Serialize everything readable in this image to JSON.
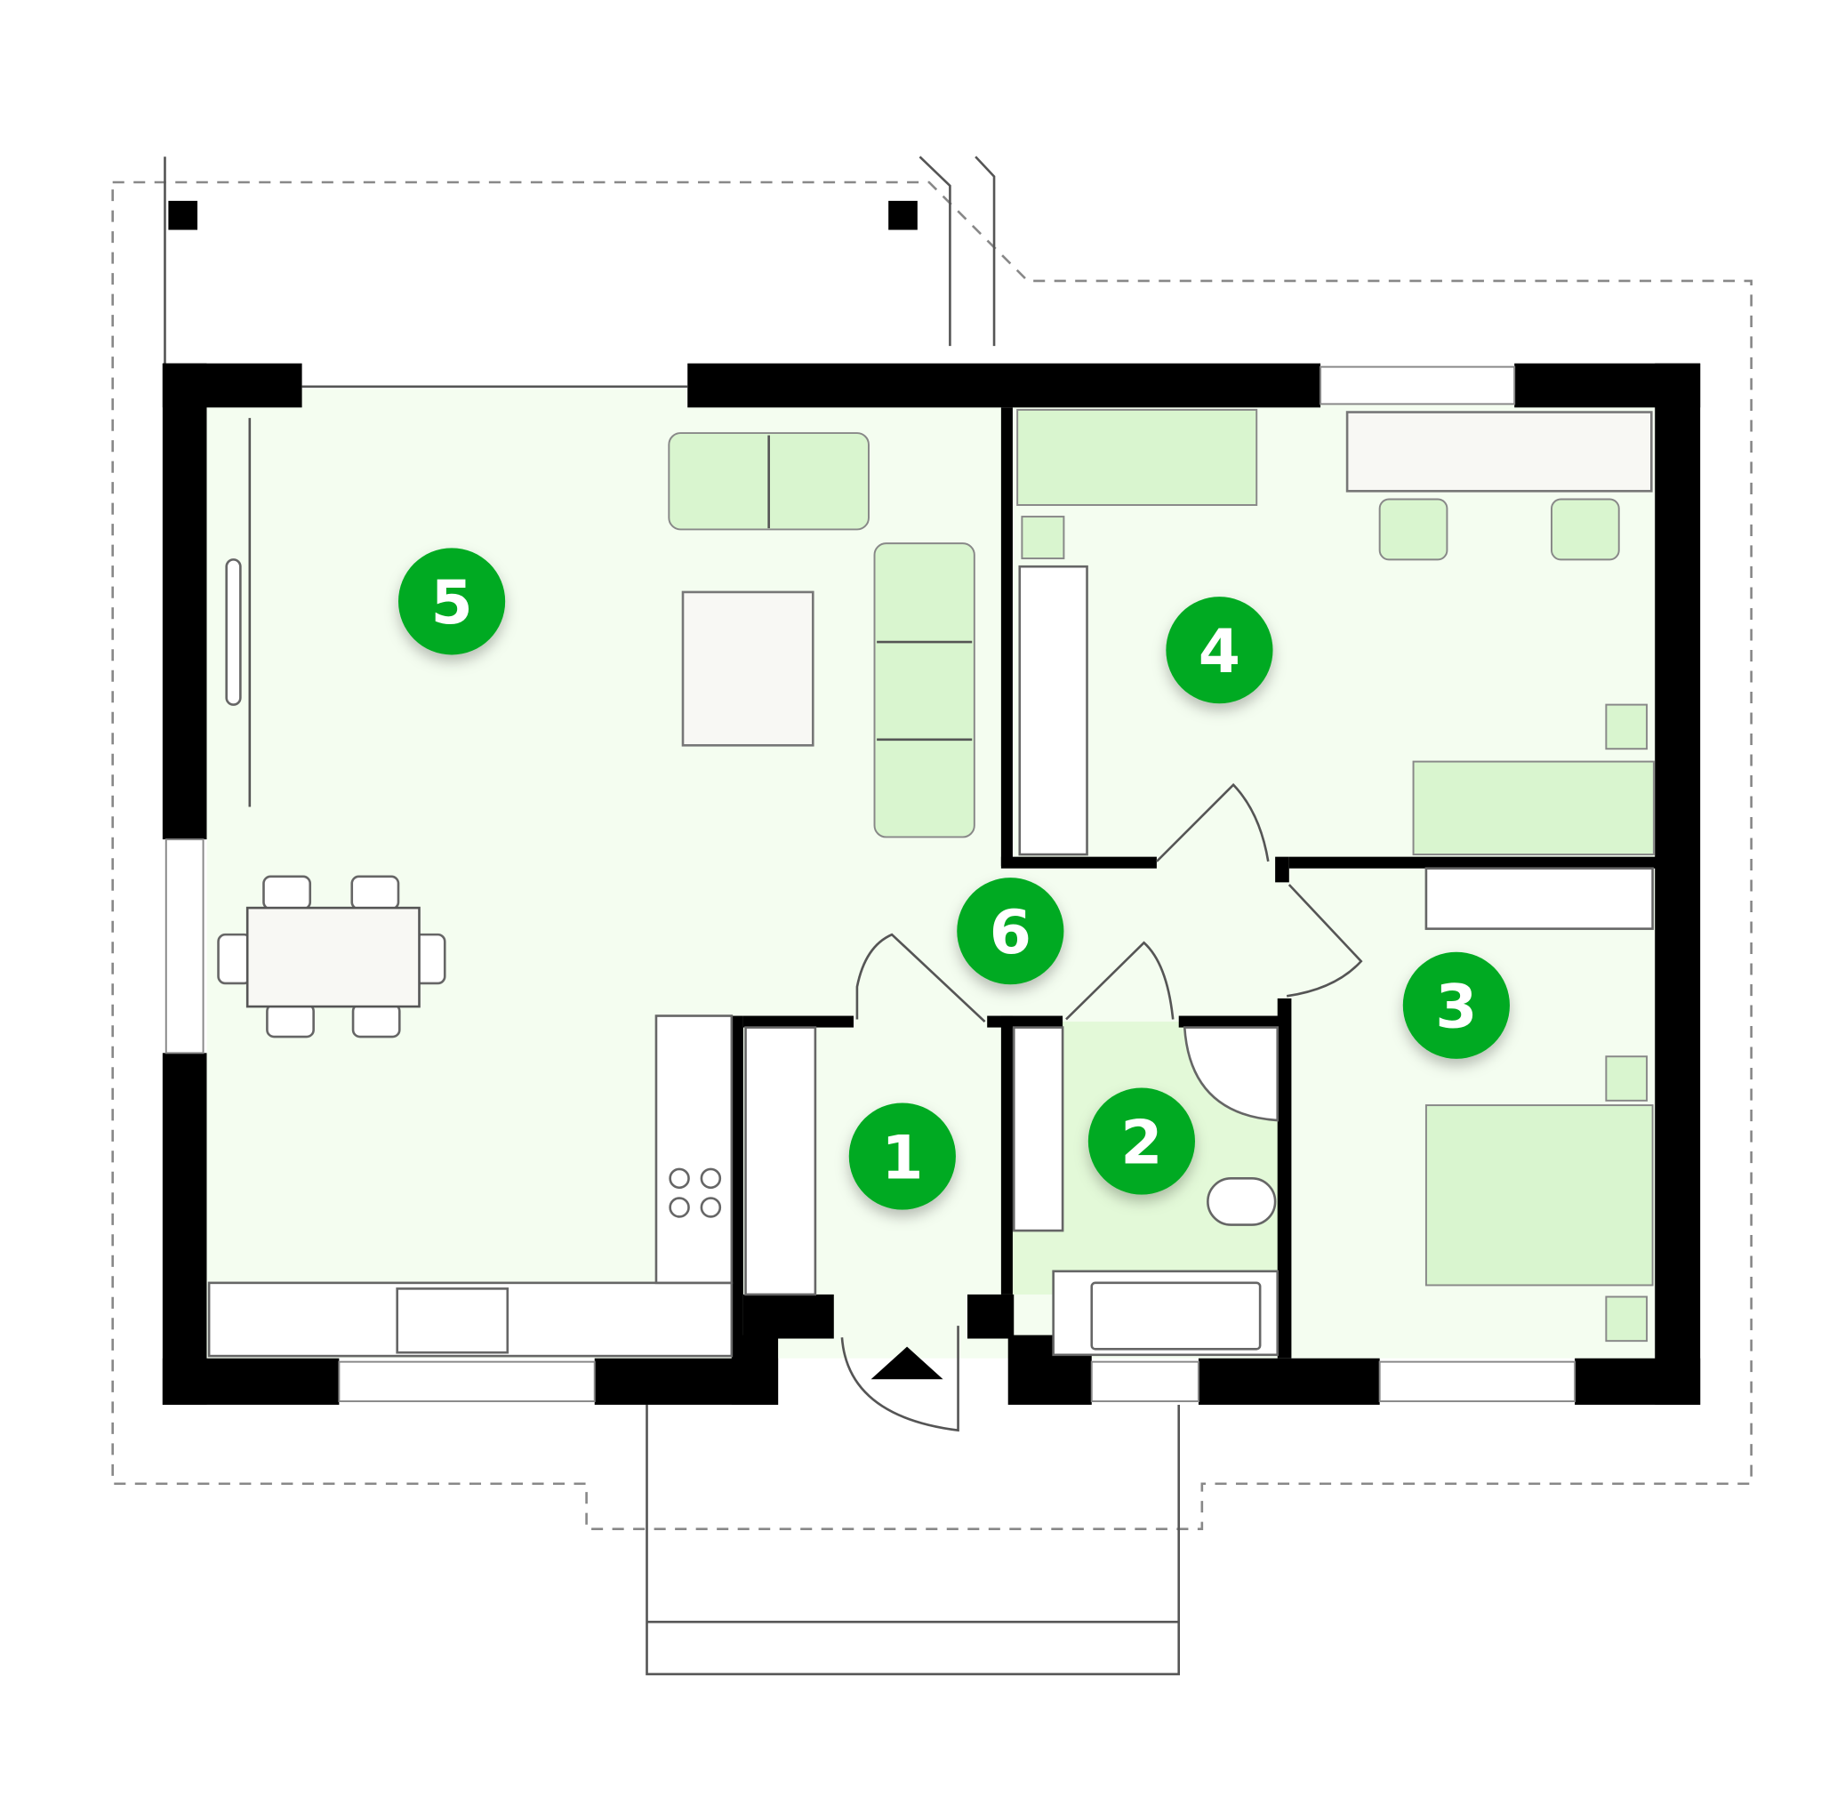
{
  "colors": {
    "wall": "#000000",
    "room_fill": "#f4fdf0",
    "bath_fill": "#e3f9d8",
    "furniture": "#d9f5cf",
    "badge": "#00aa22",
    "badge_text": "#ffffff"
  },
  "rooms": [
    {
      "id": "1",
      "label": "1"
    },
    {
      "id": "2",
      "label": "2"
    },
    {
      "id": "3",
      "label": "3"
    },
    {
      "id": "4",
      "label": "4"
    },
    {
      "id": "5",
      "label": "5"
    },
    {
      "id": "6",
      "label": "6"
    }
  ]
}
